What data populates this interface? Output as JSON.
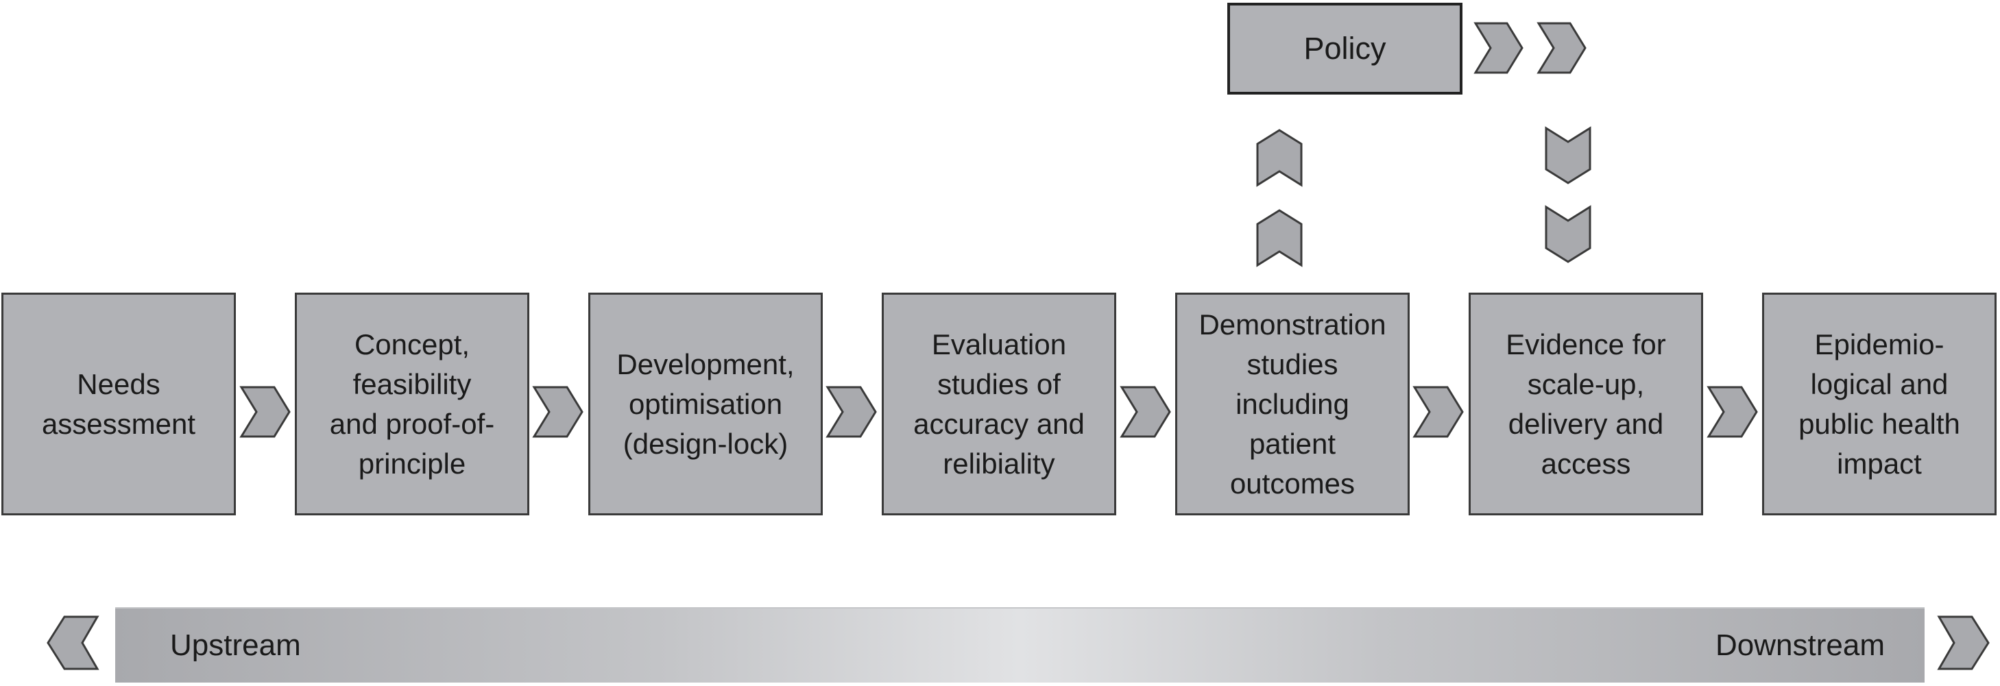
{
  "stages": [
    {
      "label": "Needs\nassessment"
    },
    {
      "label": "Concept,\nfeasibility\nand proof-of-\nprinciple"
    },
    {
      "label": "Development,\noptimisation\n(design-lock)"
    },
    {
      "label": "Evaluation\nstudies of\naccuracy and\nrelibiality"
    },
    {
      "label": "Demonstration\nstudies\nincluding\npatient\noutcomes"
    },
    {
      "label": "Evidence for\nscale-up,\ndelivery and\naccess"
    },
    {
      "label": "Epidemio-\nlogical and\npublic health\nimpact"
    }
  ],
  "policy": {
    "label": "Policy"
  },
  "spectrum": {
    "left_label": "Upstream",
    "right_label": "Downstream"
  },
  "colors": {
    "box_fill": "#b1b2b6",
    "box_border": "#3a3a3a",
    "arrow_fill": "#a9aaae"
  }
}
